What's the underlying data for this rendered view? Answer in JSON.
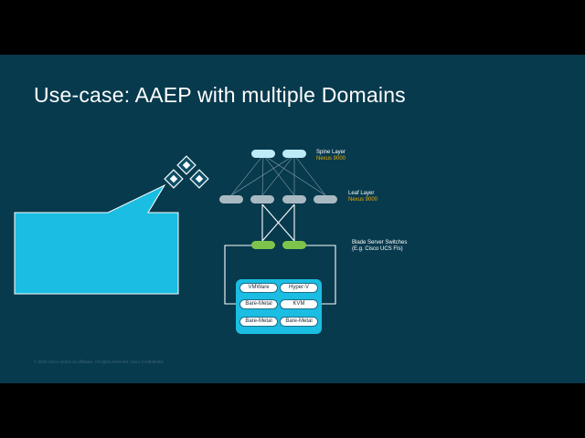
{
  "slide": {
    "title": "Use-case: AAEP with multiple Domains",
    "copyright": "© 2020 Cisco and/or its affiliates. All rights reserved. Cisco Confidential"
  },
  "layers": {
    "spine": {
      "label": "Spine Layer",
      "model": "Nexus 9000"
    },
    "leaf": {
      "label": "Leaf Layer",
      "model": "Nexus 9000"
    },
    "blade": {
      "label": "Blade Server Switches",
      "sublabel": "(E.g. Cisco UCS FIs)"
    }
  },
  "servers": [
    "VMWare",
    "Hyper-V",
    "Bare-Metal",
    "KVM",
    "Bare-Metal",
    "Bare-Metal"
  ],
  "colors": {
    "background": "#073a4d",
    "spine": "#bfeaf8",
    "leaf": "#a9b9c2",
    "blade": "#7ec44a",
    "callout": "#1bbde2",
    "accent": "#f2a900",
    "server_box": "#1bbde2"
  },
  "icons": {
    "epg": "diamond-cluster-icon"
  }
}
